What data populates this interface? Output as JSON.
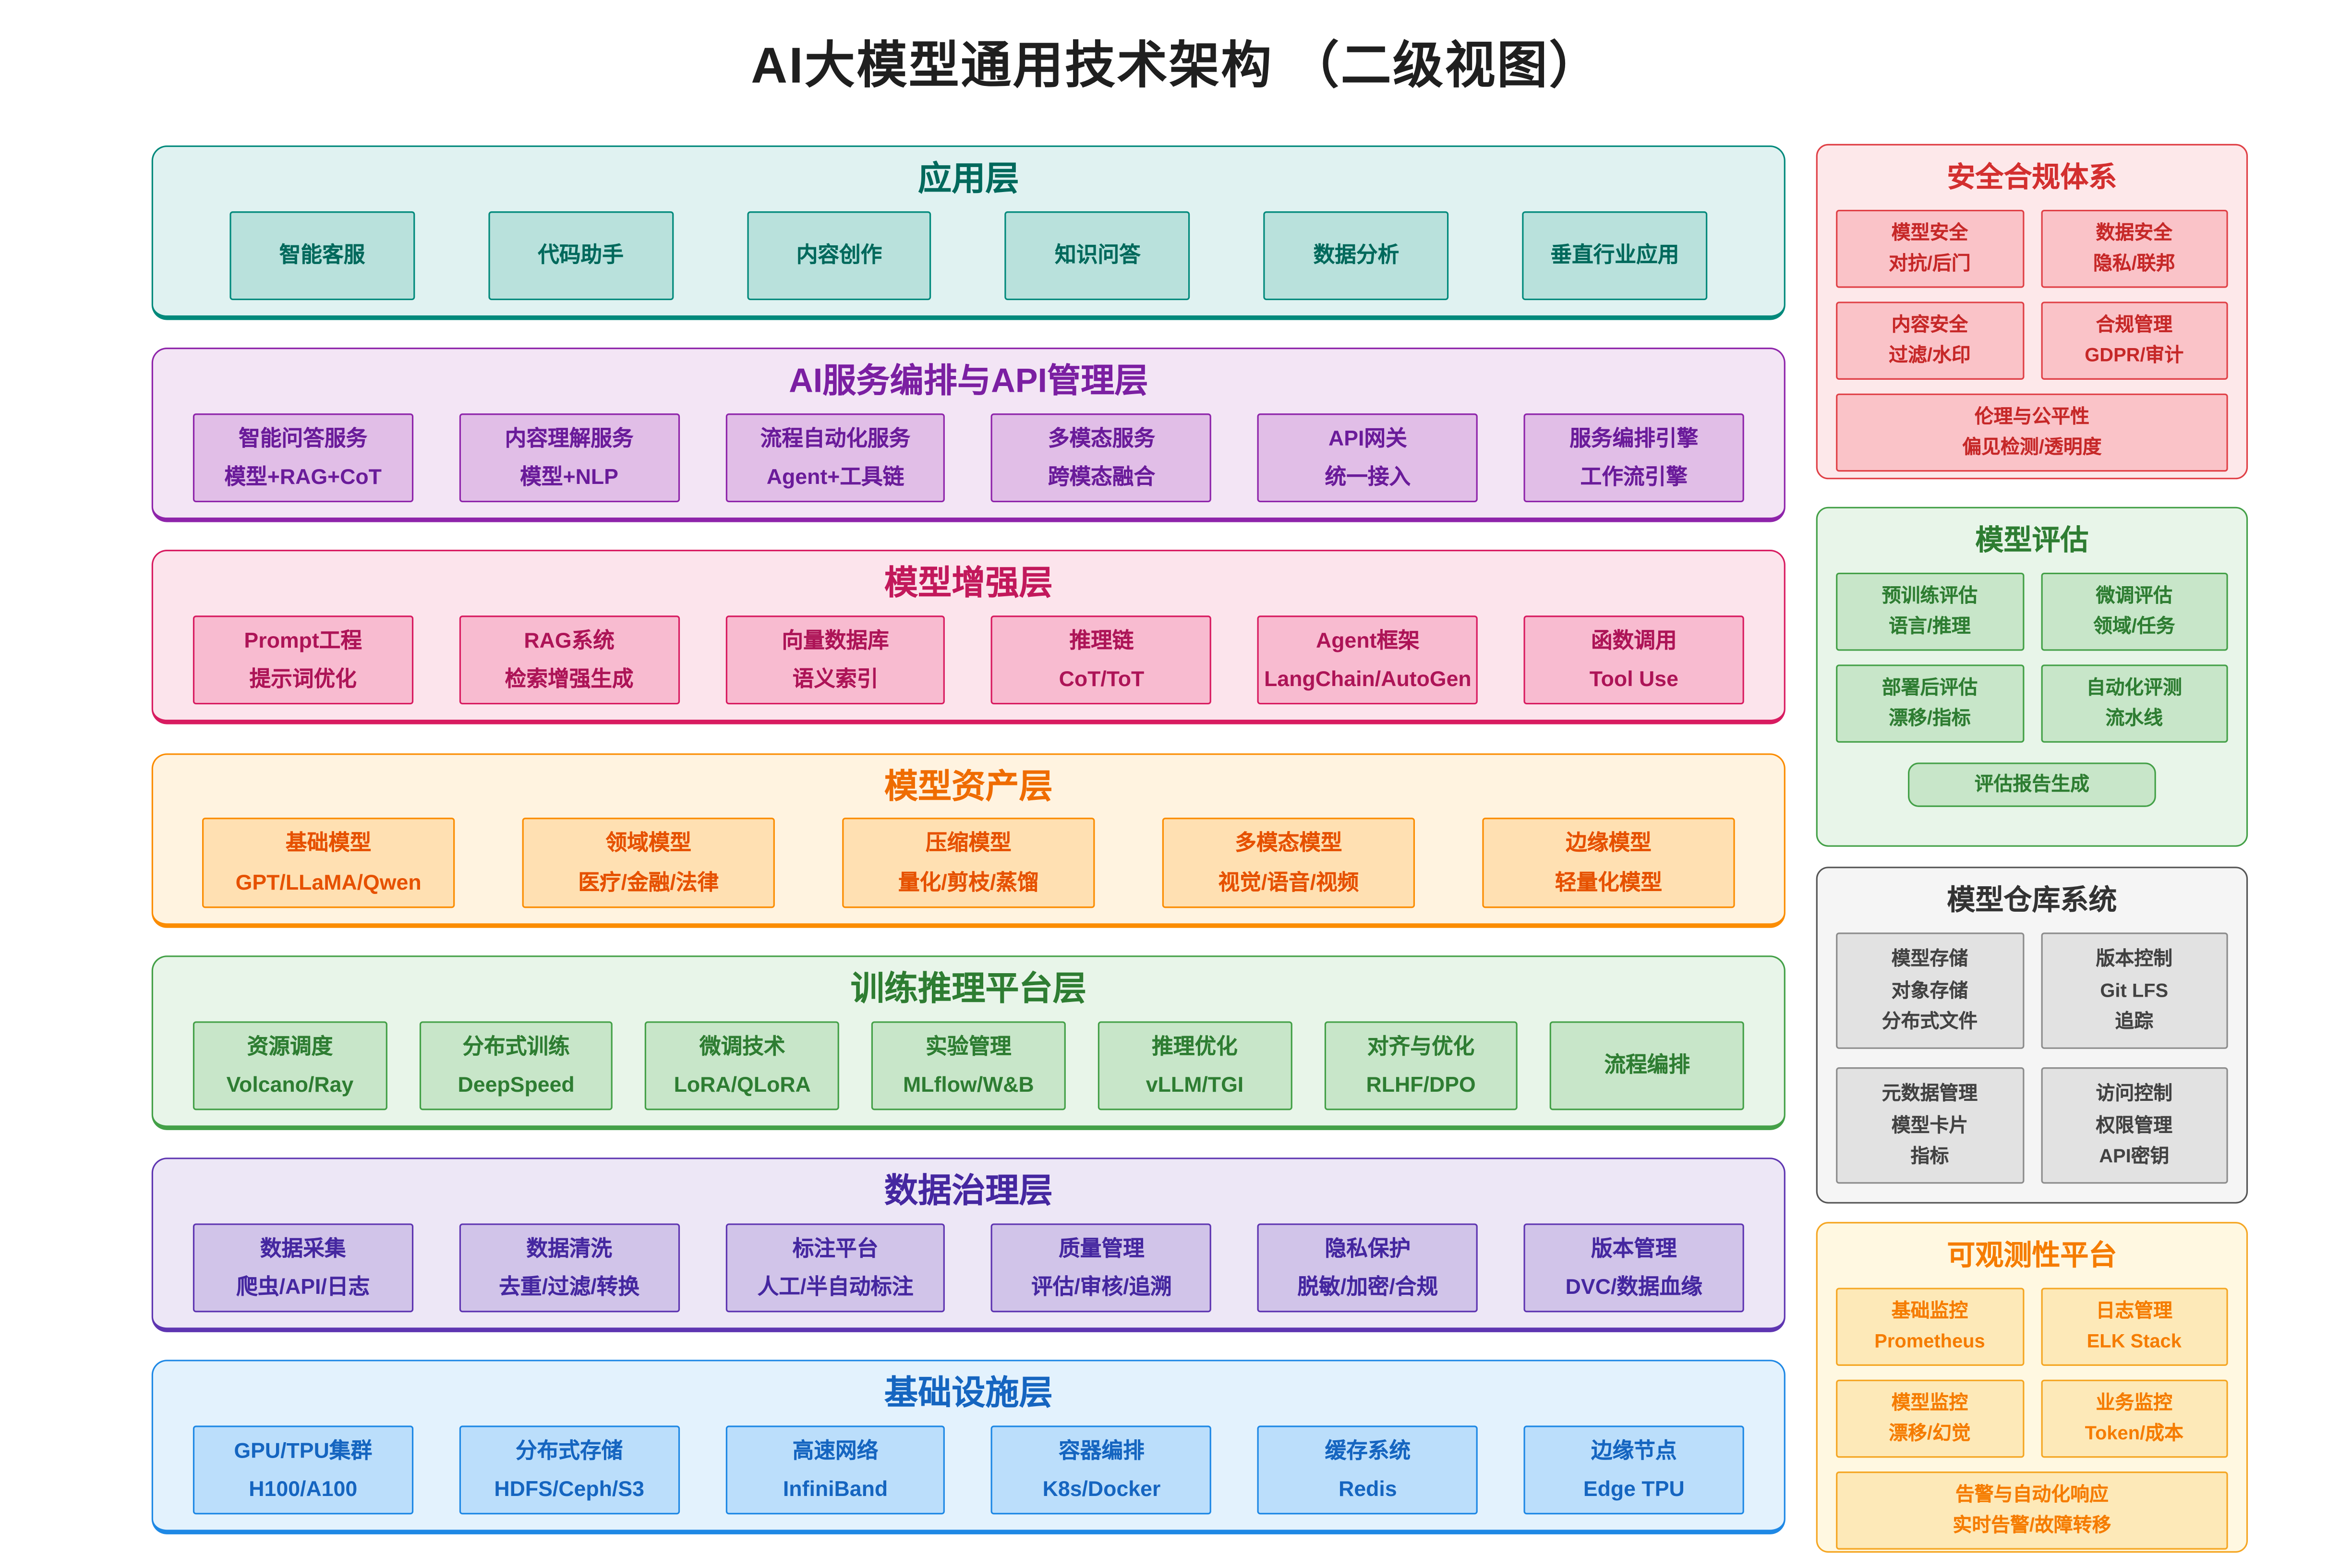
{
  "title": "AI大模型通用技术架构 （二级视图）",
  "layers": [
    {
      "title": "应用层",
      "items": [
        {
          "line1": "智能客服"
        },
        {
          "line1": "代码助手"
        },
        {
          "line1": "内容创作"
        },
        {
          "line1": "知识问答"
        },
        {
          "line1": "数据分析"
        },
        {
          "line1": "垂直行业应用"
        }
      ]
    },
    {
      "title": "AI服务编排与API管理层",
      "items": [
        {
          "line1": "智能问答服务",
          "line2": "模型+RAG+CoT"
        },
        {
          "line1": "内容理解服务",
          "line2": "模型+NLP"
        },
        {
          "line1": "流程自动化服务",
          "line2": "Agent+工具链"
        },
        {
          "line1": "多模态服务",
          "line2": "跨模态融合"
        },
        {
          "line1": "API网关",
          "line2": "统一接入"
        },
        {
          "line1": "服务编排引擎",
          "line2": "工作流引擎"
        }
      ]
    },
    {
      "title": "模型增强层",
      "items": [
        {
          "line1": "Prompt工程",
          "line2": "提示词优化"
        },
        {
          "line1": "RAG系统",
          "line2": "检索增强生成"
        },
        {
          "line1": "向量数据库",
          "line2": "语义索引"
        },
        {
          "line1": "推理链",
          "line2": "CoT/ToT"
        },
        {
          "line1": "Agent框架",
          "line2": "LangChain/AutoGen"
        },
        {
          "line1": "函数调用",
          "line2": "Tool Use"
        }
      ]
    },
    {
      "title": "模型资产层",
      "items": [
        {
          "line1": "基础模型",
          "line2": "GPT/LLaMA/Qwen"
        },
        {
          "line1": "领域模型",
          "line2": "医疗/金融/法律"
        },
        {
          "line1": "压缩模型",
          "line2": "量化/剪枝/蒸馏"
        },
        {
          "line1": "多模态模型",
          "line2": "视觉/语音/视频"
        },
        {
          "line1": "边缘模型",
          "line2": "轻量化模型"
        }
      ]
    },
    {
      "title": "训练推理平台层",
      "items": [
        {
          "line1": "资源调度",
          "line2": "Volcano/Ray"
        },
        {
          "line1": "分布式训练",
          "line2": "DeepSpeed"
        },
        {
          "line1": "微调技术",
          "line2": "LoRA/QLoRA"
        },
        {
          "line1": "实验管理",
          "line2": "MLflow/W&B"
        },
        {
          "line1": "推理优化",
          "line2": "vLLM/TGI"
        },
        {
          "line1": "对齐与优化",
          "line2": "RLHF/DPO"
        },
        {
          "line1": "流程编排"
        }
      ]
    },
    {
      "title": "数据治理层",
      "items": [
        {
          "line1": "数据采集",
          "line2": "爬虫/API/日志"
        },
        {
          "line1": "数据清洗",
          "line2": "去重/过滤/转换"
        },
        {
          "line1": "标注平台",
          "line2": "人工/半自动标注"
        },
        {
          "line1": "质量管理",
          "line2": "评估/审核/追溯"
        },
        {
          "line1": "隐私保护",
          "line2": "脱敏/加密/合规"
        },
        {
          "line1": "版本管理",
          "line2": "DVC/数据血缘"
        }
      ]
    },
    {
      "title": "基础设施层",
      "items": [
        {
          "line1": "GPU/TPU集群",
          "line2": "H100/A100"
        },
        {
          "line1": "分布式存储",
          "line2": "HDFS/Ceph/S3"
        },
        {
          "line1": "高速网络",
          "line2": "InfiniBand"
        },
        {
          "line1": "容器编排",
          "line2": "K8s/Docker"
        },
        {
          "line1": "缓存系统",
          "line2": "Redis"
        },
        {
          "line1": "边缘节点",
          "line2": "Edge TPU"
        }
      ]
    }
  ],
  "panels": [
    {
      "title": "安全合规体系",
      "boxes": [
        {
          "line1": "模型安全",
          "line2": "对抗/后门"
        },
        {
          "line1": "数据安全",
          "line2": "隐私/联邦"
        },
        {
          "line1": "内容安全",
          "line2": "过滤/水印"
        },
        {
          "line1": "合规管理",
          "line2": "GDPR/审计"
        }
      ],
      "wide": {
        "line1": "伦理与公平性",
        "line2": "偏见检测/透明度"
      }
    },
    {
      "title": "模型评估",
      "boxes": [
        {
          "line1": "预训练评估",
          "line2": "语言/推理"
        },
        {
          "line1": "微调评估",
          "line2": "领域/任务"
        },
        {
          "line1": "部署后评估",
          "line2": "漂移/指标"
        },
        {
          "line1": "自动化评测",
          "line2": "流水线"
        }
      ],
      "pill": "评估报告生成"
    },
    {
      "title": "模型仓库系统",
      "boxes": [
        {
          "line1": "模型存储",
          "line2": "对象存储",
          "line3": "分布式文件"
        },
        {
          "line1": "版本控制",
          "line2": "Git LFS",
          "line3": "追踪"
        },
        {
          "line1": "元数据管理",
          "line2": "模型卡片",
          "line3": "指标"
        },
        {
          "line1": "访问控制",
          "line2": "权限管理",
          "line3": "API密钥"
        }
      ]
    },
    {
      "title": "可观测性平台",
      "boxes": [
        {
          "line1": "基础监控",
          "line2": "Prometheus"
        },
        {
          "line1": "日志管理",
          "line2": "ELK Stack"
        },
        {
          "line1": "模型监控",
          "line2": "漂移/幻觉"
        },
        {
          "line1": "业务监控",
          "line2": "Token/成本"
        }
      ],
      "wide": {
        "line1": "告警与自动化响应",
        "line2": "实时告警/故障转移"
      }
    }
  ],
  "colors": {
    "page_background": "#FFFFFF",
    "title_text": "#1F1F1F",
    "layers": {
      "application": {
        "border": "#00897B",
        "background": "#E0F2F1",
        "box": "#B9E1DC",
        "text": "#00695C"
      },
      "orchestration": {
        "border": "#8E24AA",
        "background": "#F3E5F5",
        "box": "#E1BEE7",
        "text": "#6A1B9A"
      },
      "enhancement": {
        "border": "#D81B60",
        "background": "#FCE4EC",
        "box": "#F8BBD0",
        "text": "#AD1457"
      },
      "assets": {
        "border": "#FB8C00",
        "background": "#FFF3E0",
        "box": "#FFE0B2",
        "text": "#E65100"
      },
      "training": {
        "border": "#43A047",
        "background": "#E8F5E9",
        "box": "#C8E6C9",
        "text": "#2E7D32"
      },
      "data": {
        "border": "#5E35B1",
        "background": "#EDE7F6",
        "box": "#D1C4E9",
        "text": "#4527A0"
      },
      "infrastructure": {
        "border": "#1E88E5",
        "background": "#E3F2FD",
        "box": "#BBDEFB",
        "text": "#1565C0"
      }
    },
    "panels": {
      "security": {
        "border": "#E04046",
        "background": "#FDE8EA",
        "box": "#FAC3C8",
        "text": "#C62828"
      },
      "evaluation": {
        "border": "#43A047",
        "background": "#E8F5E9",
        "box": "#C8E6C9",
        "text": "#2E7D32"
      },
      "repository": {
        "border": "#555555",
        "background": "#F5F5F5",
        "box": "#E2E2E2",
        "text": "#424242"
      },
      "observability": {
        "border": "#F5A623",
        "background": "#FFF8E1",
        "box": "#FDE9B8",
        "text": "#F57C00"
      }
    }
  }
}
